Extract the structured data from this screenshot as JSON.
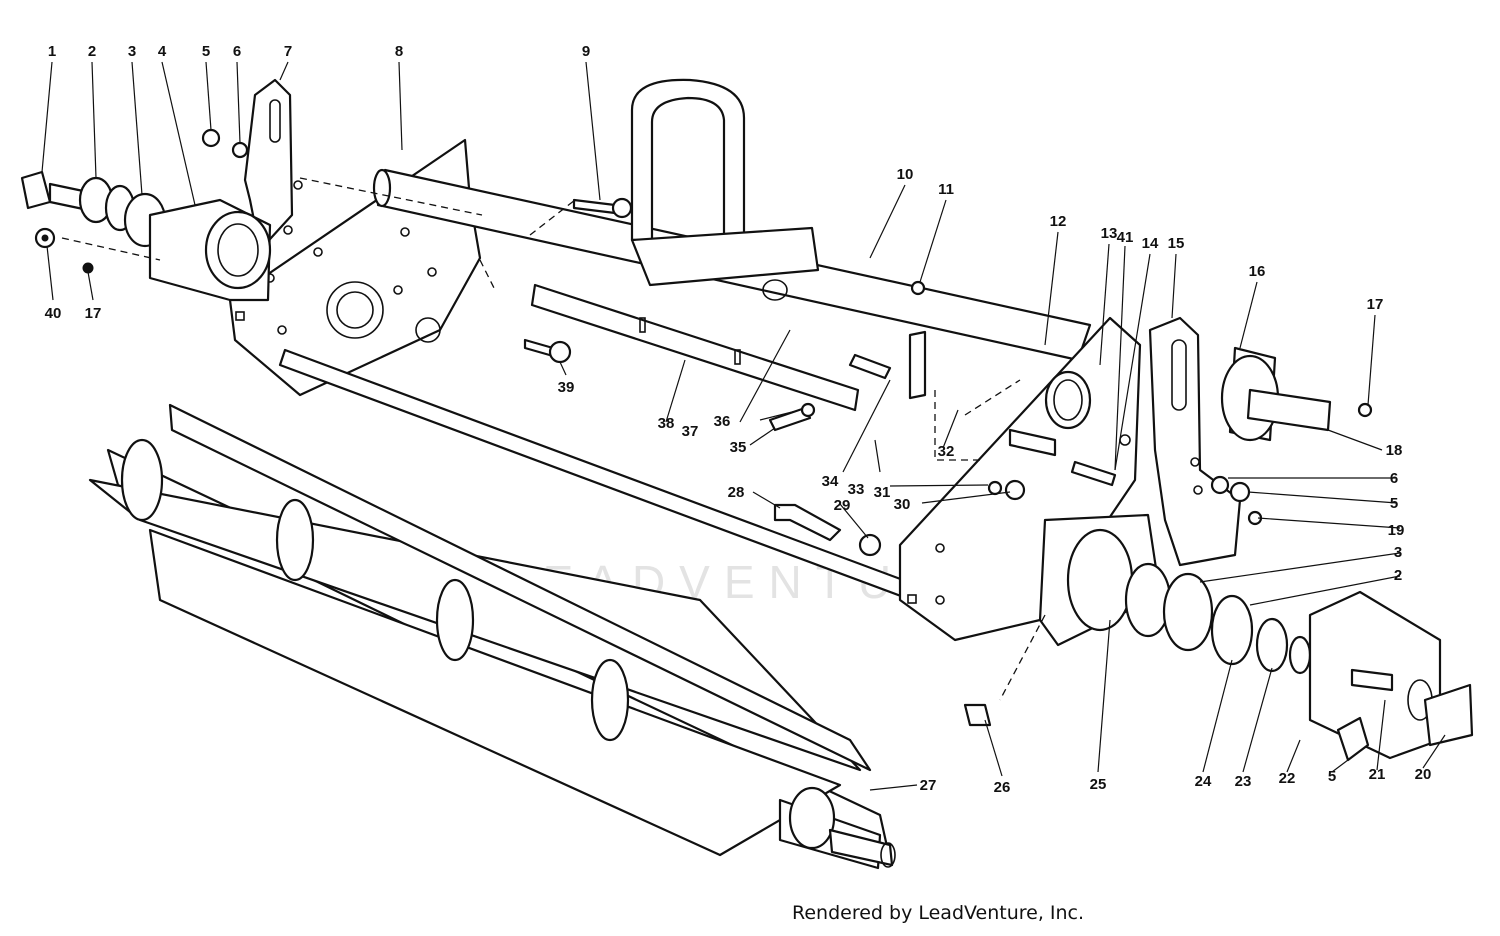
{
  "watermark_text": "LEADVENTURE",
  "credit_text": "Rendered by LeadVenture, Inc.",
  "callouts": [
    "1",
    "2",
    "3",
    "4",
    "5",
    "6",
    "7",
    "8",
    "9",
    "10",
    "11",
    "12",
    "13",
    "14",
    "15",
    "16",
    "17",
    "40",
    "17",
    "39",
    "38",
    "37",
    "36",
    "35",
    "18",
    "6",
    "5",
    "19",
    "3",
    "2",
    "34",
    "33",
    "32",
    "41",
    "31",
    "30",
    "28",
    "29",
    "27",
    "26",
    "25",
    "24",
    "23",
    "22",
    "5",
    "21",
    "20"
  ]
}
